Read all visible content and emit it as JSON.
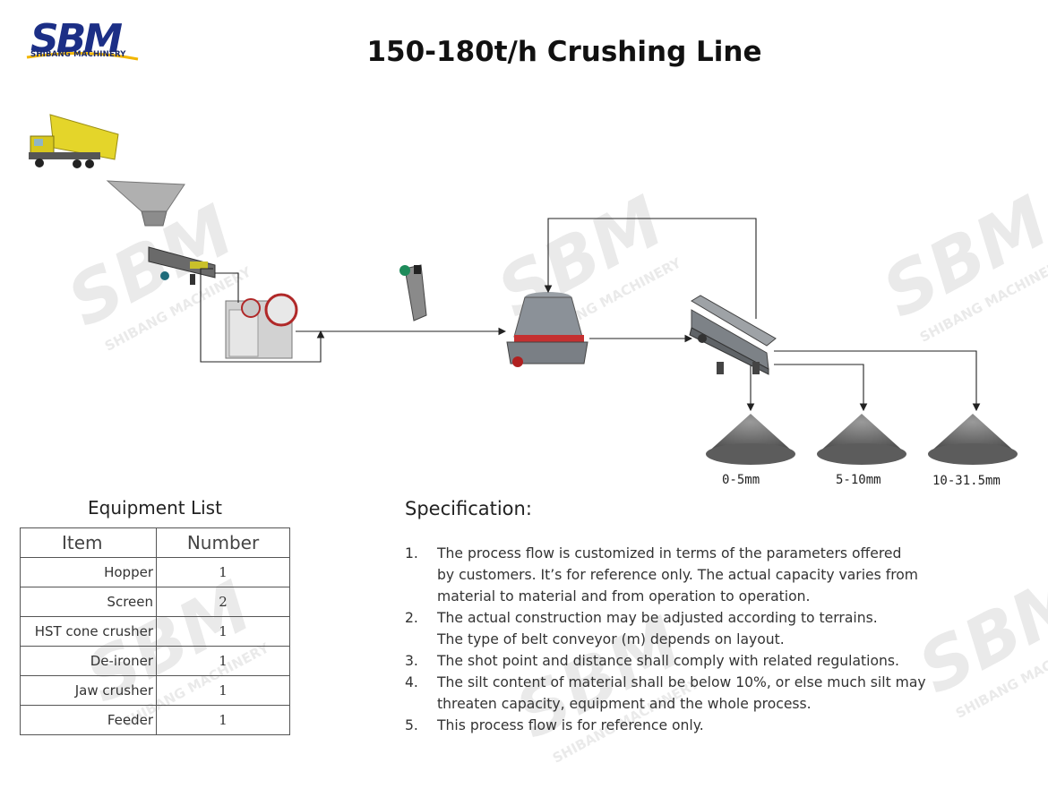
{
  "brand": {
    "logo_text": "SBM",
    "company": "SHIBANG MACHINERY",
    "watermark_text": "SHIBANG MACHINERY",
    "colors": {
      "logo_blue": "#1c2f86",
      "logo_yellow": "#f2b600"
    }
  },
  "title": "150-180t/h Crushing Line",
  "diagram": {
    "outputs": [
      "0-5mm",
      "5-10mm",
      "10-31.5mm"
    ],
    "equipment_icons": [
      "dump-truck-icon",
      "hopper-icon",
      "feeder-icon",
      "jaw-crusher-icon",
      "de-ironer-icon",
      "cone-crusher-icon",
      "vibrating-screen-icon",
      "stockpile-icon"
    ]
  },
  "equipment_list": {
    "heading": "Equipment List",
    "columns": [
      "Item",
      "Number"
    ],
    "rows": [
      {
        "item": "Hopper",
        "number": "1"
      },
      {
        "item": "Screen",
        "number": "2"
      },
      {
        "item": "HST cone crusher",
        "number": "1"
      },
      {
        "item": "De-ironer",
        "number": "1"
      },
      {
        "item": "Jaw crusher",
        "number": "1"
      },
      {
        "item": "Feeder",
        "number": "1"
      }
    ]
  },
  "specification": {
    "heading": "Specification:",
    "items": [
      {
        "num": "1.",
        "lines": [
          "The process flow is customized in terms of the parameters offered",
          "by customers. It’s for reference only. The actual capacity varies from",
          "material to material and from operation to operation."
        ]
      },
      {
        "num": "2.",
        "lines": [
          "The actual construction may be adjusted according to terrains.",
          "The type of belt conveyor (m) depends on layout."
        ]
      },
      {
        "num": "3.",
        "lines": [
          "The shot point and distance shall comply with related regulations."
        ]
      },
      {
        "num": "4.",
        "lines": [
          "The silt content of material shall be below 10%, or else much silt may",
          "threaten capacity, equipment and the whole process."
        ]
      },
      {
        "num": "5.",
        "lines": [
          "This process flow is for reference only."
        ]
      }
    ]
  }
}
